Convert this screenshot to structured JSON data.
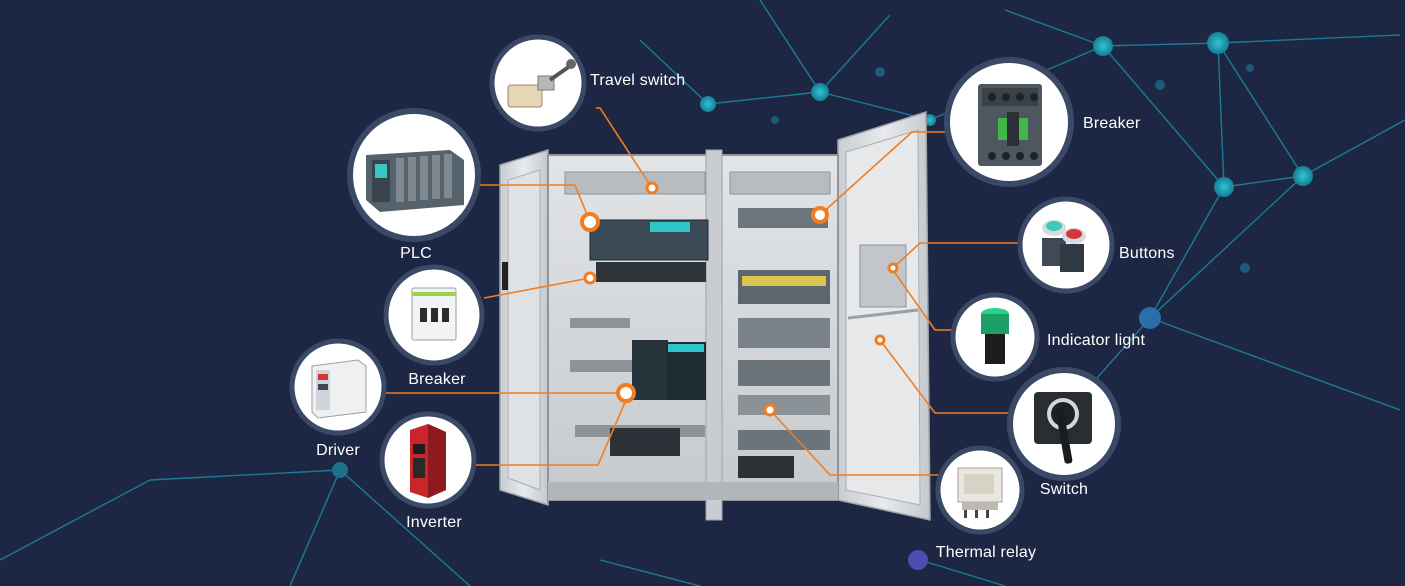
{
  "components": [
    {
      "id": "travel-switch",
      "label": "Travel switch",
      "icon": "travel-switch-icon"
    },
    {
      "id": "plc",
      "label": "PLC",
      "icon": "plc-icon"
    },
    {
      "id": "breaker-left",
      "label": "Breaker",
      "icon": "mcb-breaker-icon"
    },
    {
      "id": "driver",
      "label": "Driver",
      "icon": "driver-icon"
    },
    {
      "id": "inverter",
      "label": "Inverter",
      "icon": "inverter-icon"
    },
    {
      "id": "breaker-right",
      "label": "Breaker",
      "icon": "contactor-icon"
    },
    {
      "id": "buttons",
      "label": "Buttons",
      "icon": "push-buttons-icon"
    },
    {
      "id": "indicator-light",
      "label": "Indicator light",
      "icon": "indicator-light-icon"
    },
    {
      "id": "switch",
      "label": "Switch",
      "icon": "rotary-switch-icon"
    },
    {
      "id": "thermal-relay",
      "label": "Thermal relay",
      "icon": "thermal-relay-icon"
    }
  ],
  "colors": {
    "background": "#1d2744",
    "network": "#1f8fa8",
    "node": "#1aa3b3",
    "callout": "#f07d22",
    "bubble_ring": "#3a4a66",
    "cabinet": "#d9dcdf"
  }
}
